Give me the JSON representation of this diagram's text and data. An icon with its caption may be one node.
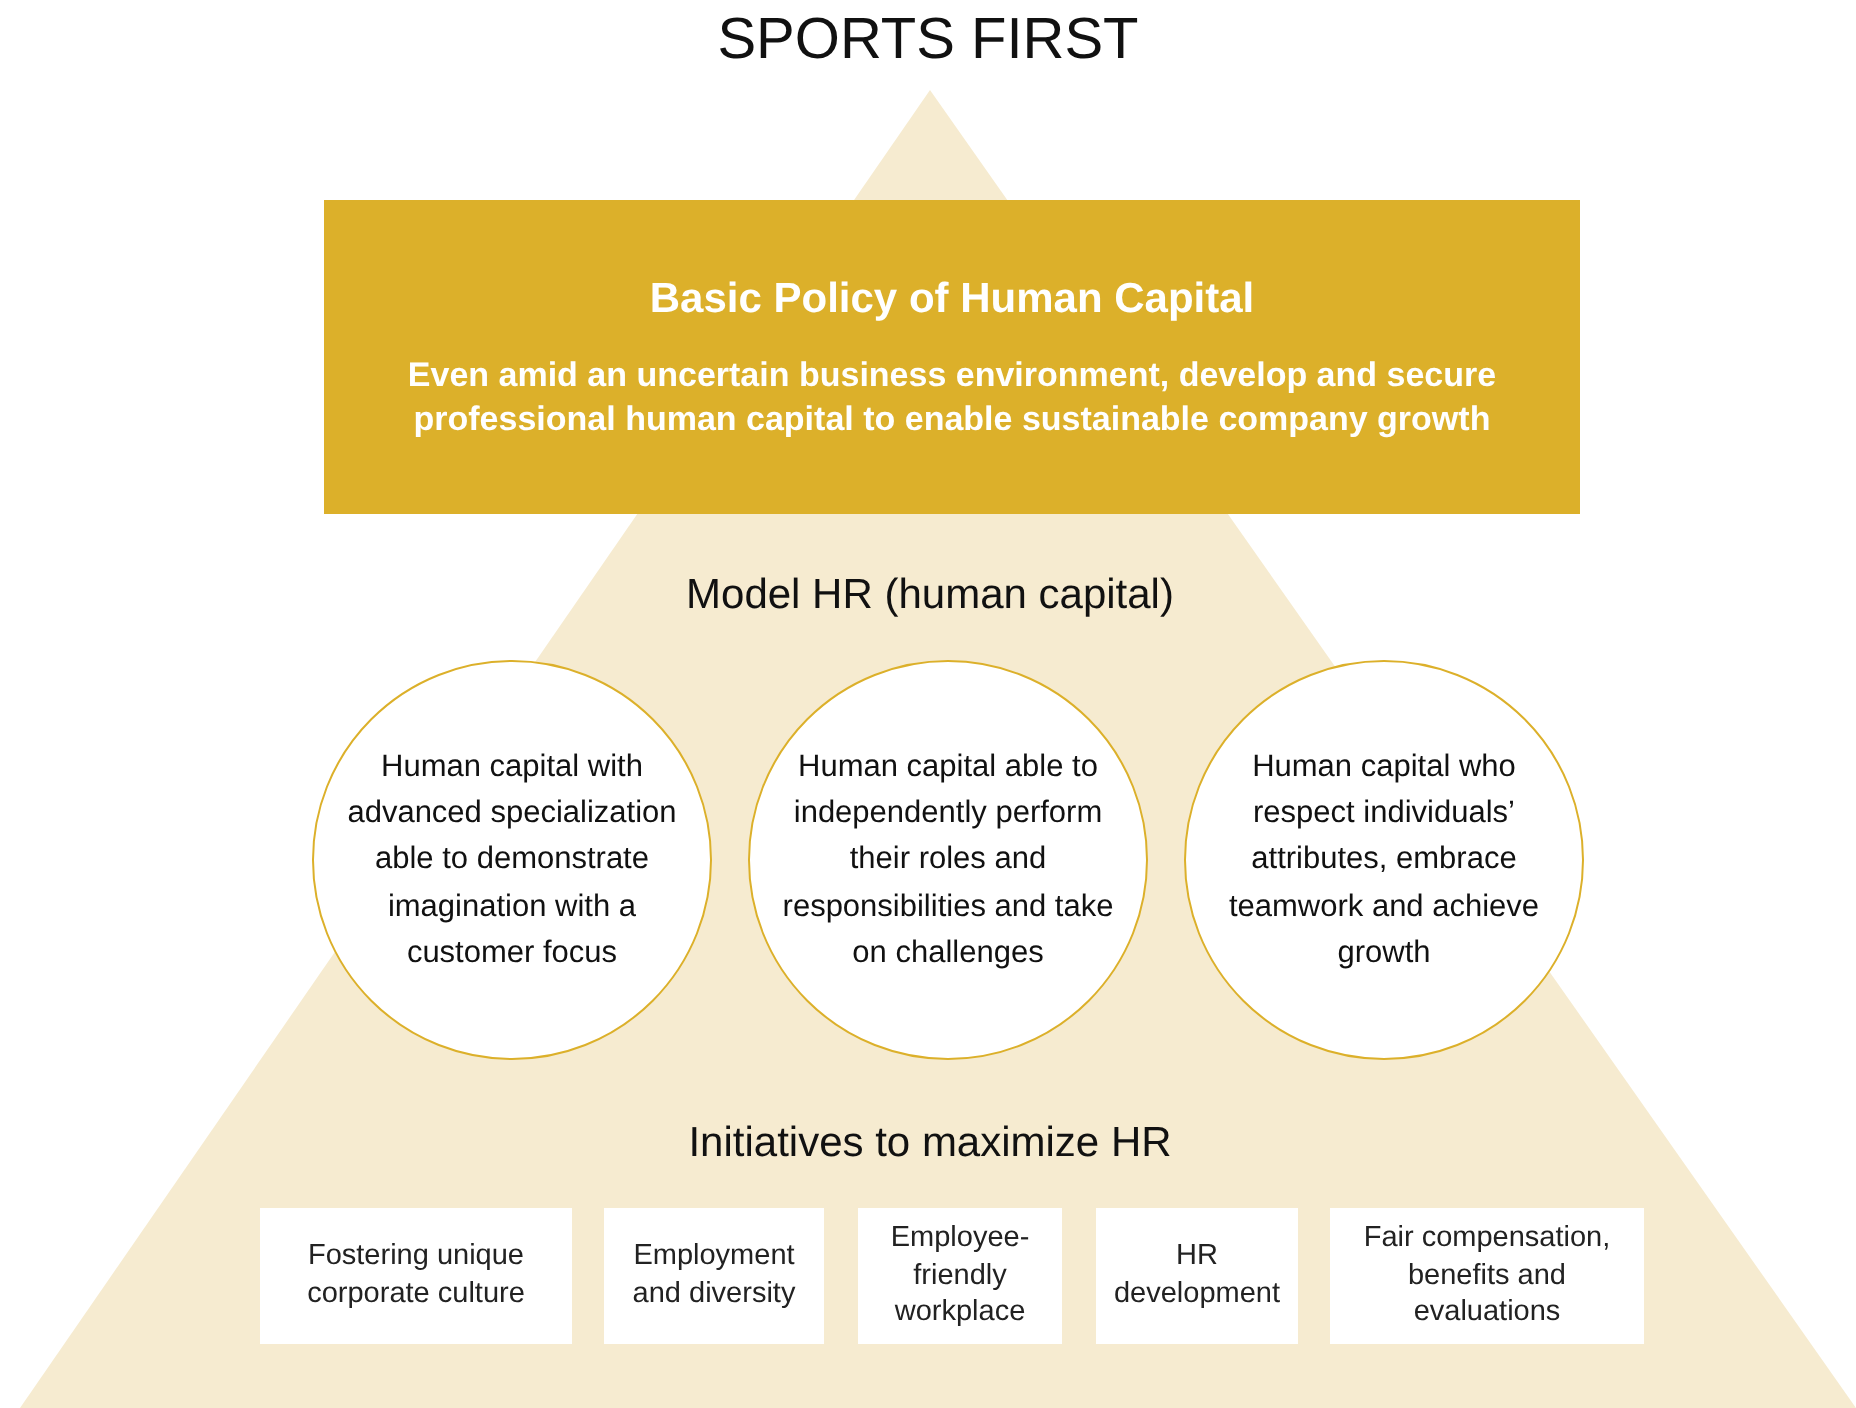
{
  "diagram": {
    "title": "SPORTS FIRST",
    "nodes": [
      {
        "text": [
          "Basic Policy of Human Capital",
          "Even amid an uncertain business environment, develop and secure professional human capital to enable sustainable company growth"
        ]
      },
      {
        "text": [
          "Human capital with advanced specialization able to demonstrate imagination with a customer focus"
        ]
      },
      {
        "text": [
          "Human capital able to independently perform their roles and responsibilities and take on challenges"
        ]
      },
      {
        "text": [
          "Human capital who respect individuals’ attributes, embrace teamwork and achieve growth"
        ]
      },
      {
        "text": [
          "Fostering unique corporate culture"
        ]
      },
      {
        "text": [
          "Employment and diversity"
        ]
      },
      {
        "text": [
          "Employee-friendly workplace"
        ]
      },
      {
        "text": [
          "HR development"
        ]
      },
      {
        "text": [
          "Fair compensation, benefits and evaluations"
        ]
      }
    ],
    "edges": [],
    "labels": [
      "Model HR (human capital)",
      "Initiatives to maximize HR"
    ]
  }
}
